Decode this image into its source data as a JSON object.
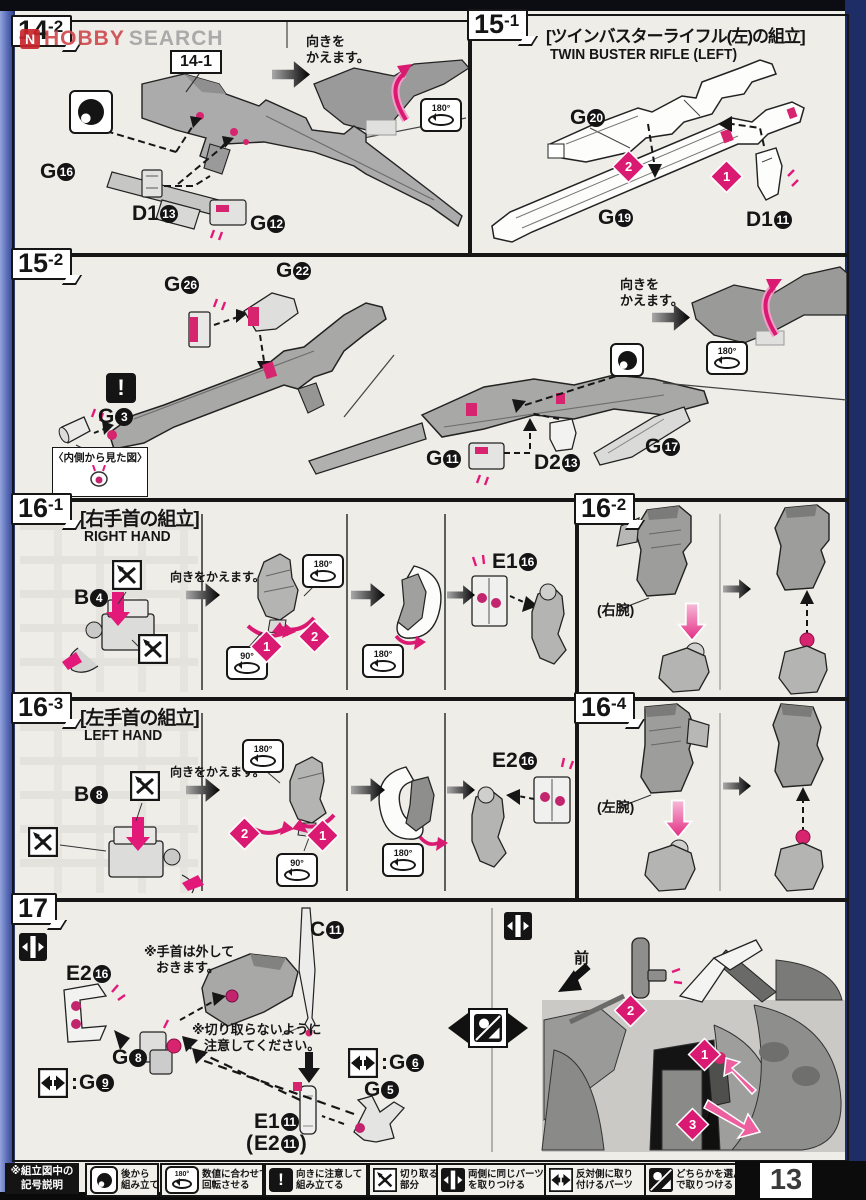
{
  "page": {
    "number": "13"
  },
  "watermark": {
    "logo": "N",
    "brand_red": "HOBBY",
    "brand_gray": "SEARCH"
  },
  "colors": {
    "accent_pink": "#da1a72",
    "paper": "#efede8"
  },
  "icons": {
    "deg180": "180°",
    "deg90": "90°",
    "warning": "!"
  },
  "markers": {
    "m1": "1",
    "m2": "2",
    "m3": "3"
  },
  "notes": {
    "turn_a": "向きを",
    "turn_b": "かえます。",
    "turn_inline": "向きをかえます。"
  },
  "s14": {
    "label_main": "14",
    "label_suffix": "-2",
    "sub_label": "14-1",
    "parts": [
      {
        "id": "G",
        "num": "16"
      },
      {
        "id": "D1",
        "num": "13"
      },
      {
        "id": "G",
        "num": "12"
      }
    ]
  },
  "s15a": {
    "label_main": "15",
    "label_suffix": "-1",
    "title_jp": "[ツインバスターライフル(左)の組立]",
    "title_en": "TWIN BUSTER RIFLE (LEFT)",
    "parts": [
      {
        "id": "G",
        "num": "20"
      },
      {
        "id": "G",
        "num": "19"
      },
      {
        "id": "D1",
        "num": "11"
      }
    ]
  },
  "s15b": {
    "label_main": "15",
    "label_suffix": "-2",
    "callout": "〈内側から見た図〉",
    "parts": [
      {
        "id": "G",
        "num": "26"
      },
      {
        "id": "G",
        "num": "22"
      },
      {
        "id": "G",
        "num": "3"
      },
      {
        "id": "G",
        "num": "11"
      },
      {
        "id": "D2",
        "num": "13"
      },
      {
        "id": "G",
        "num": "17"
      }
    ]
  },
  "s16a": {
    "label_main": "16",
    "label_suffix": "-1",
    "title_jp": "[右手首の組立]",
    "title_en": "RIGHT HAND",
    "parts": [
      {
        "id": "B",
        "num": "4"
      },
      {
        "id": "E1",
        "num": "16"
      }
    ]
  },
  "s16b": {
    "label_main": "16",
    "label_suffix": "-2",
    "arm": "(右腕)"
  },
  "s16c": {
    "label_main": "16",
    "label_suffix": "-3",
    "title_jp": "[左手首の組立]",
    "title_en": "LEFT HAND",
    "parts": [
      {
        "id": "B",
        "num": "8"
      },
      {
        "id": "E2",
        "num": "16"
      }
    ]
  },
  "s16d": {
    "label_main": "16",
    "label_suffix": "-4",
    "arm": "(左腕)"
  },
  "s17": {
    "label_main": "17",
    "label_suffix": "",
    "note_wrist_a": "※手首は外して",
    "note_wrist_b": "おきます。",
    "note_cut_a": "※切り取らないように",
    "note_cut_b": "注意してください。",
    "front": "前",
    "colon": ":",
    "paren_open": "(",
    "paren_close": ")",
    "parts": [
      {
        "id": "E2",
        "num": "16"
      },
      {
        "id": "C",
        "num": "11"
      },
      {
        "id": "G",
        "num": "8"
      },
      {
        "id": "G",
        "num": "9"
      },
      {
        "id": "G",
        "num": "6"
      },
      {
        "id": "G",
        "num": "5"
      },
      {
        "id": "E1",
        "num": "11"
      },
      {
        "id": "E2",
        "num": "11"
      }
    ]
  },
  "legend": {
    "header_a": "※組立図中の",
    "header_b": "記号説明",
    "items": [
      {
        "a": "後から",
        "b": "組み立てる"
      },
      {
        "a": "数値に合わせて",
        "b": "回転させる"
      },
      {
        "a": "向きに注意して",
        "b": "組み立てる"
      },
      {
        "a": "切り取る",
        "b": "部分"
      },
      {
        "a": "両側に同じパーツ",
        "b": "を取りつける"
      },
      {
        "a": "反対側に取り",
        "b": "付けるパーツ"
      },
      {
        "a": "どちらかを選ん",
        "b": "で取りつける"
      }
    ]
  }
}
